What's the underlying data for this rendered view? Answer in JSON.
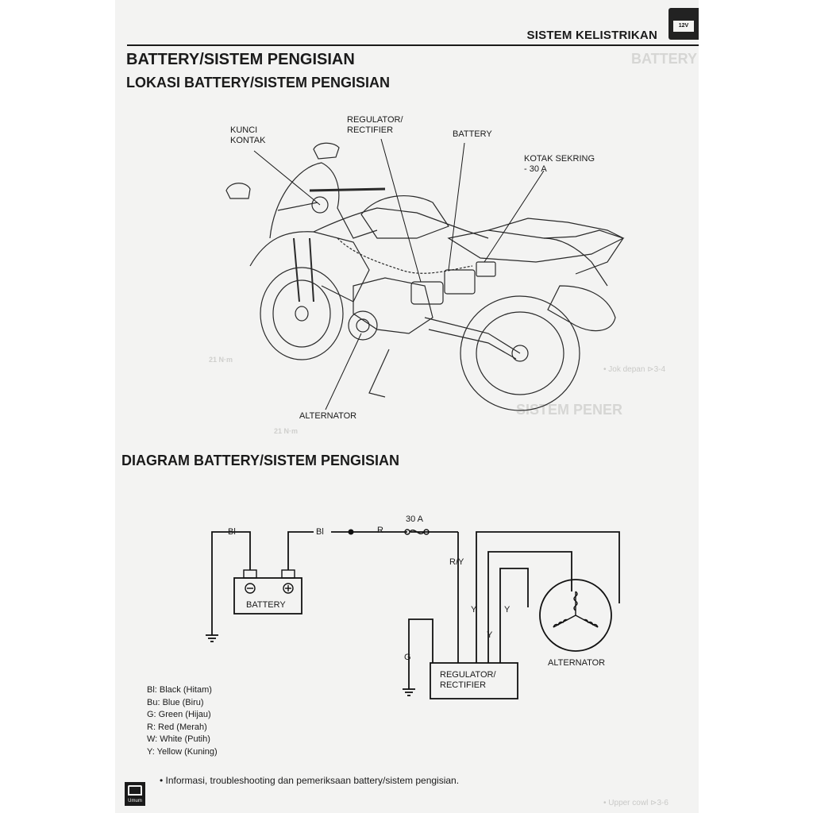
{
  "header": {
    "section": "SISTEM KELISTRIKAN",
    "tab_badge": "12V"
  },
  "titles": {
    "main": "BATTERY/SISTEM PENGISIAN",
    "location": "LOKASI BATTERY/SISTEM PENGISIAN",
    "diagram": "DIAGRAM BATTERY/SISTEM PENGISIAN"
  },
  "bleed_through": {
    "battery": "BATTERY",
    "sistem": "SISTEM PENER",
    "torque_21": "21 N·m",
    "jok": "• Jok depan ⊳3-4",
    "upper_cowl": "• Upper cowl ⊳3-6"
  },
  "location_callouts": {
    "kunci_kontak": [
      "KUNCI",
      "KONTAK"
    ],
    "regulator": [
      "REGULATOR/",
      "RECTIFIER"
    ],
    "battery": "BATTERY",
    "kotak_sekring": [
      "KOTAK SEKRING",
      "- 30 A"
    ],
    "alternator": "ALTERNATOR"
  },
  "diagram_labels": {
    "bl_left": "Bl",
    "bl_mid": "Bl",
    "r": "R",
    "fuse": "30 A",
    "ry": "R/Y",
    "y1": "Y",
    "y2": "Y",
    "y3": "Y",
    "g": "G",
    "battery_box": "BATTERY",
    "regulator_box": [
      "REGULATOR/",
      "RECTIFIER"
    ],
    "alternator": "ALTERNATOR",
    "minus": "−",
    "plus": "+"
  },
  "legend": [
    "Bl: Black (Hitam)",
    "Bu: Blue (Biru)",
    "G: Green (Hijau)",
    "R: Red (Merah)",
    "W: White (Putih)",
    "Y: Yellow (Kuning)"
  ],
  "footer": {
    "note": "•  Informasi, troubleshooting dan pemeriksaan battery/sistem pengisian.",
    "icon_caption": "Umum"
  }
}
